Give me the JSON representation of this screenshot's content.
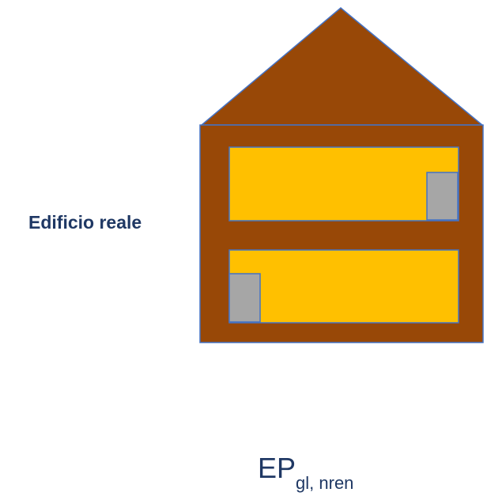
{
  "building": {
    "label": "Edificio reale",
    "colors": {
      "roof": "#984807",
      "walls": "#984807",
      "outline": "#4472c4",
      "windows": "#ffc000",
      "doors": "#a6a6a6"
    }
  },
  "formula": {
    "main": "EP",
    "subscript": "gl, nren"
  }
}
